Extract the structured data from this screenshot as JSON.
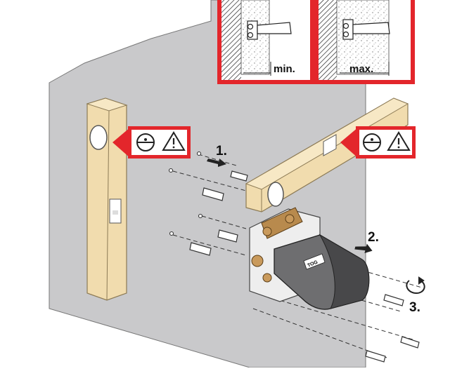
{
  "labels": {
    "inset_min": "min.",
    "inset_max": "max.",
    "step1": "1.",
    "step2": "2.",
    "step3": "3.",
    "product_logo": "TOG"
  },
  "colors": {
    "wall": "#c9c9cb",
    "wood": "#f1dcae",
    "wood_edge": "#8c7a55",
    "callout_red": "#e3262b",
    "unit_body": "#6e6e70",
    "brass": "#b88a4d"
  },
  "icons": [
    "spirit-level-icon",
    "warning-triangle-icon",
    "rotate-arrow-icon"
  ]
}
